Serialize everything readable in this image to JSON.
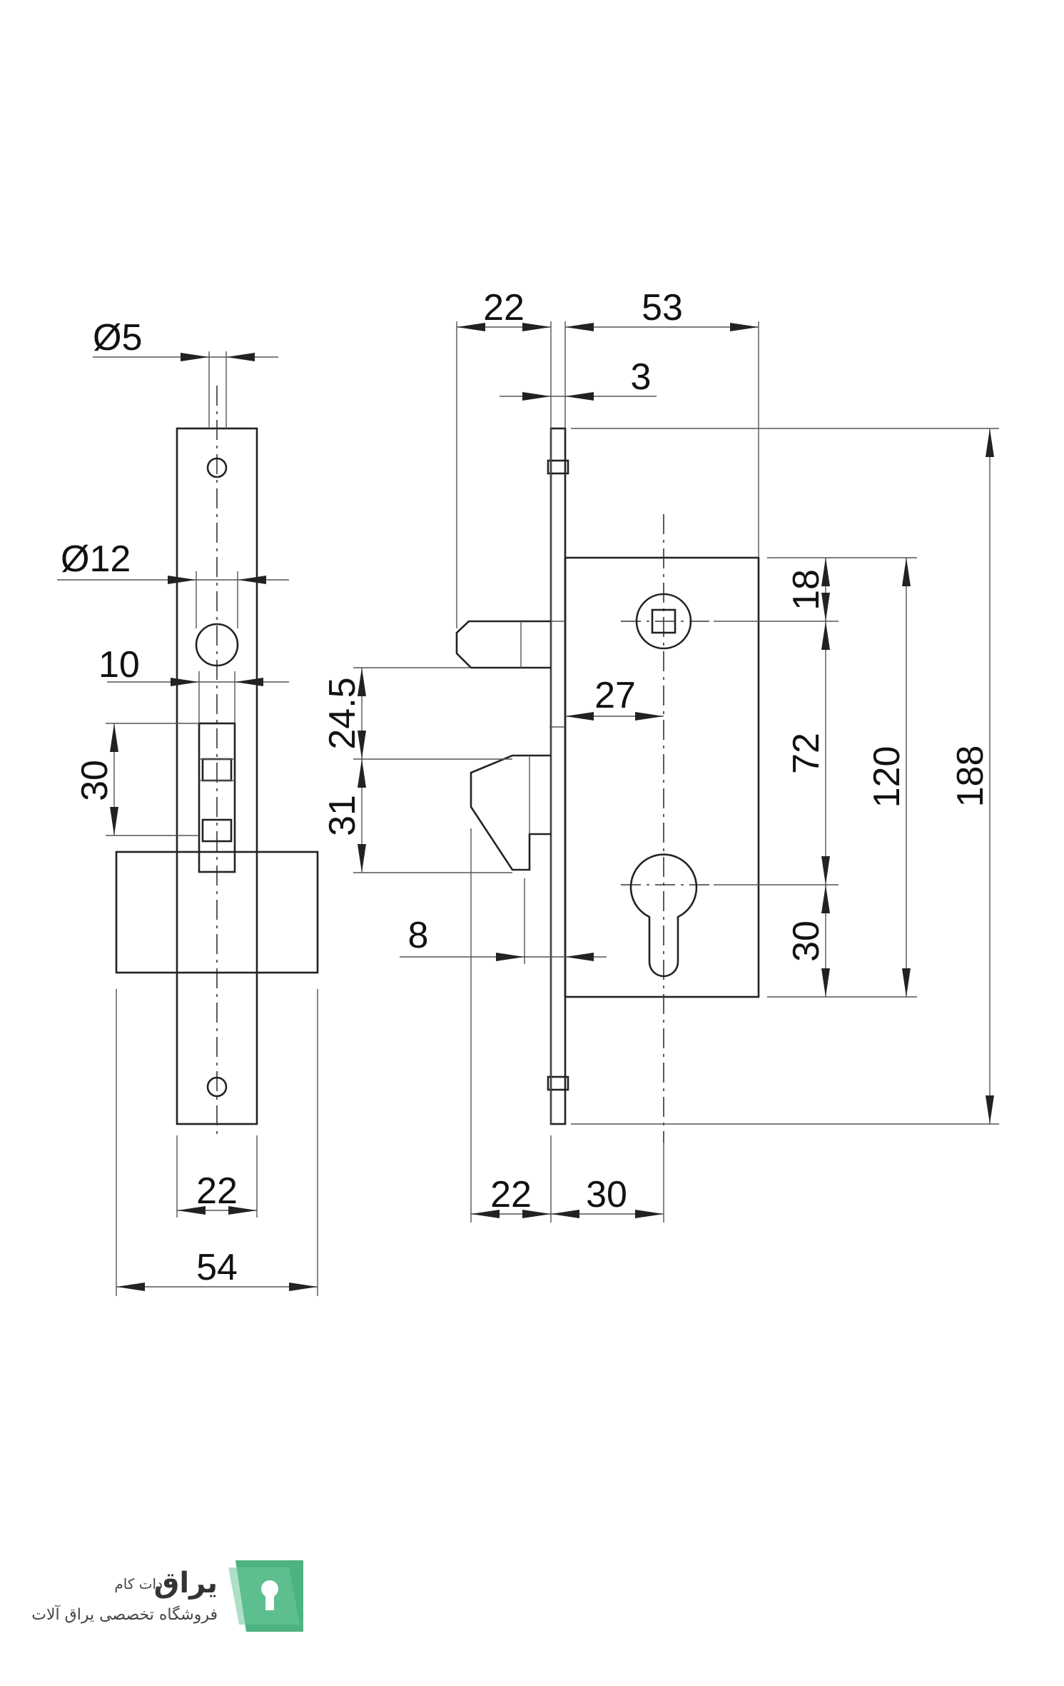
{
  "dimensions": {
    "front": {
      "d5": "Ø5",
      "d12": "Ø12",
      "ten": "10",
      "thirty": "30",
      "twentytwo": "22",
      "fiftyfour": "54"
    },
    "side": {
      "top22": "22",
      "top53": "53",
      "top3": "3",
      "d24_5": "24.5",
      "d31": "31",
      "d27": "27",
      "d8": "8",
      "bottom22": "22",
      "bottom30": "30",
      "r18": "18",
      "r72": "72",
      "r30": "30",
      "r120": "120",
      "r188": "188"
    }
  },
  "logo": {
    "brand": "یراق",
    "suffix": "دات کام",
    "tagline": "فروشگاه تخصصی یراق آلات",
    "color": "#4db380"
  }
}
